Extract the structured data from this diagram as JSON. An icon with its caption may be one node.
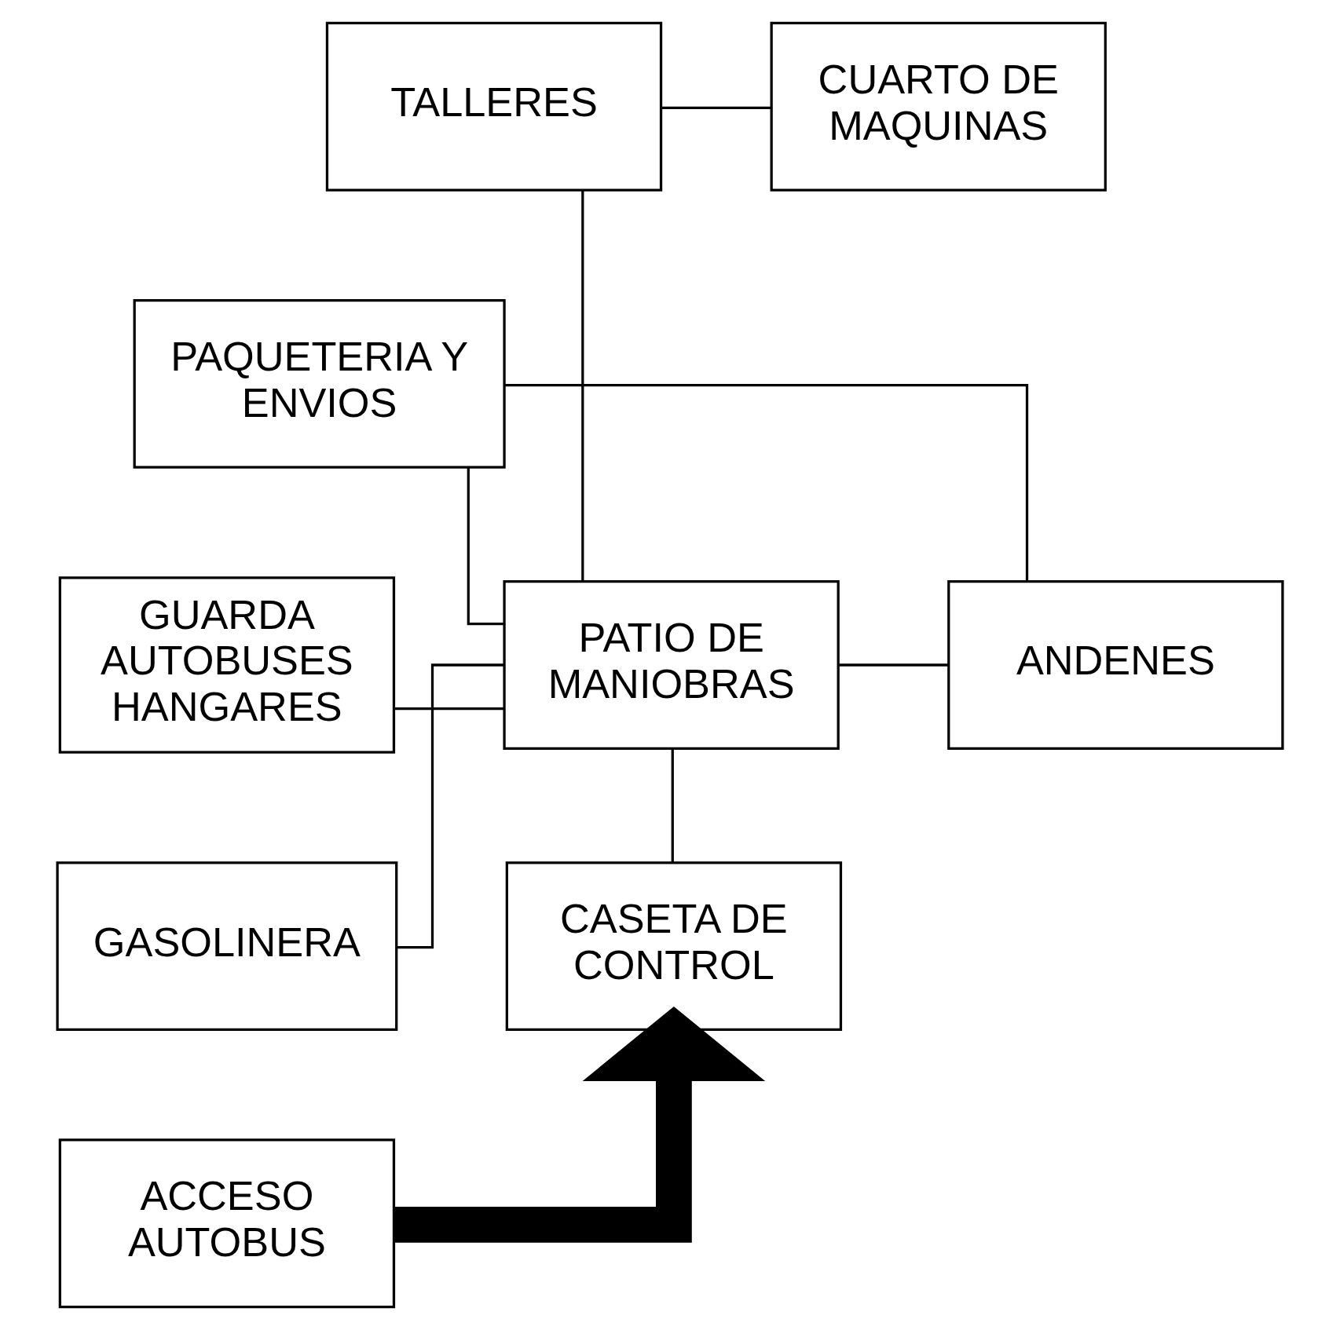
{
  "diagram": {
    "nodes": [
      {
        "text": [
          "TALLERES"
        ]
      },
      {
        "text": [
          "CUARTO DE MAQUINAS"
        ]
      },
      {
        "text": [
          "PAQUETERIA Y ENVIOS"
        ]
      },
      {
        "text": [
          "GUARDA AUTOBUSES HANGARES"
        ]
      },
      {
        "text": [
          "PATIO DE MANIOBRAS"
        ]
      },
      {
        "text": [
          "ANDENES"
        ]
      },
      {
        "text": [
          "GASOLINERA"
        ]
      },
      {
        "text": [
          "CASETA DE CONTROL"
        ]
      },
      {
        "text": [
          "ACCESO AUTOBUS"
        ]
      }
    ],
    "edges": [
      {
        "from": 0,
        "to": 1,
        "arrow": "none"
      },
      {
        "from": 0,
        "to": 4,
        "arrow": "none"
      },
      {
        "from": 4,
        "to": 2,
        "arrow": "none"
      },
      {
        "from": 2,
        "to": 5,
        "arrow": "none"
      },
      {
        "from": 3,
        "to": 4,
        "arrow": "none"
      },
      {
        "from": 4,
        "to": 5,
        "arrow": "none"
      },
      {
        "from": 6,
        "to": 4,
        "arrow": "none"
      },
      {
        "from": 4,
        "to": 7,
        "arrow": "none"
      },
      {
        "from": 8,
        "to": 7,
        "arrow": "to",
        "style": "thick"
      }
    ]
  }
}
